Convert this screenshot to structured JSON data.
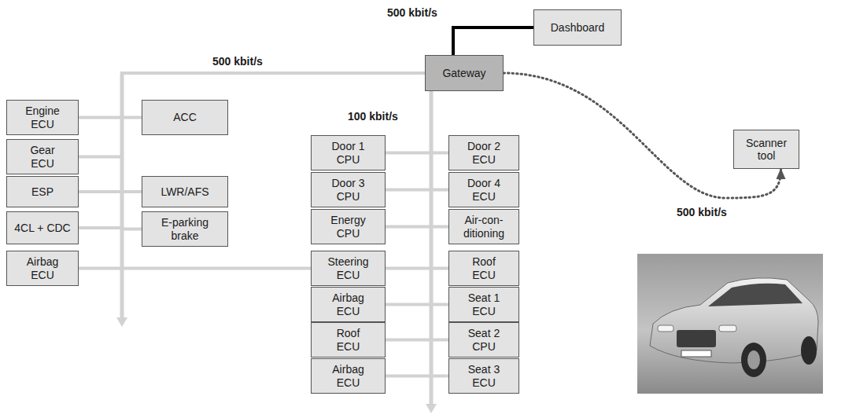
{
  "diagram": {
    "nodes": [
      {
        "text": [
          "Dashboard"
        ]
      },
      {
        "text": [
          "Gateway"
        ]
      },
      {
        "text": [
          "Scanner tool"
        ]
      },
      {
        "text": [
          "Engine ECU"
        ]
      },
      {
        "text": [
          "ACC"
        ]
      },
      {
        "text": [
          "Gear ECU"
        ]
      },
      {
        "text": [
          "ESP"
        ]
      },
      {
        "text": [
          "LWR/AFS"
        ]
      },
      {
        "text": [
          "4CL + CDC"
        ]
      },
      {
        "text": [
          "E-parking brake"
        ]
      },
      {
        "text": [
          "Airbag ECU"
        ]
      },
      {
        "text": [
          "Door 1 CPU"
        ]
      },
      {
        "text": [
          "Door 2 ECU"
        ]
      },
      {
        "text": [
          "Door 3 CPU"
        ]
      },
      {
        "text": [
          "Door 4 ECU"
        ]
      },
      {
        "text": [
          "Energy CPU"
        ]
      },
      {
        "text": [
          "Air-con- ditioning"
        ]
      },
      {
        "text": [
          "Steering ECU"
        ]
      },
      {
        "text": [
          "Roof ECU"
        ]
      },
      {
        "text": [
          "Airbag ECU"
        ]
      },
      {
        "text": [
          "Seat 1 ECU"
        ]
      },
      {
        "text": [
          "Roof ECU"
        ]
      },
      {
        "text": [
          "Seat 2 CPU"
        ]
      },
      {
        "text": [
          "Airbag ECU"
        ]
      },
      {
        "text": [
          "Seat 3 ECU"
        ]
      }
    ],
    "edges": [
      {
        "from": 1,
        "to": 0,
        "arrow": "none",
        "label": "500 kbit/s"
      },
      {
        "from": 1,
        "to": 2,
        "arrow": "to",
        "label": "500 kbit/s"
      },
      {
        "from": 1,
        "to": 3,
        "arrow": "none"
      },
      {
        "from": 1,
        "to": 4,
        "arrow": "none"
      },
      {
        "from": 1,
        "to": 5,
        "arrow": "none"
      },
      {
        "from": 1,
        "to": 6,
        "arrow": "none"
      },
      {
        "from": 1,
        "to": 7,
        "arrow": "none"
      },
      {
        "from": 1,
        "to": 8,
        "arrow": "none"
      },
      {
        "from": 1,
        "to": 9,
        "arrow": "none"
      },
      {
        "from": 10,
        "to": 17,
        "arrow": "none"
      },
      {
        "from": 1,
        "to": 11,
        "arrow": "none"
      },
      {
        "from": 1,
        "to": 12,
        "arrow": "none"
      },
      {
        "from": 1,
        "to": 13,
        "arrow": "none"
      },
      {
        "from": 1,
        "to": 14,
        "arrow": "none"
      },
      {
        "from": 1,
        "to": 15,
        "arrow": "none"
      },
      {
        "from": 1,
        "to": 16,
        "arrow": "none"
      },
      {
        "from": 1,
        "to": 17,
        "arrow": "none"
      },
      {
        "from": 1,
        "to": 18,
        "arrow": "none"
      },
      {
        "from": 1,
        "to": 19,
        "arrow": "none"
      },
      {
        "from": 1,
        "to": 20,
        "arrow": "none"
      },
      {
        "from": 1,
        "to": 21,
        "arrow": "none"
      },
      {
        "from": 1,
        "to": 22,
        "arrow": "none"
      },
      {
        "from": 1,
        "to": 23,
        "arrow": "none"
      },
      {
        "from": 1,
        "to": 24,
        "arrow": "none"
      }
    ],
    "labels": [
      "500 kbit/s",
      "100 kbit/s"
    ]
  }
}
